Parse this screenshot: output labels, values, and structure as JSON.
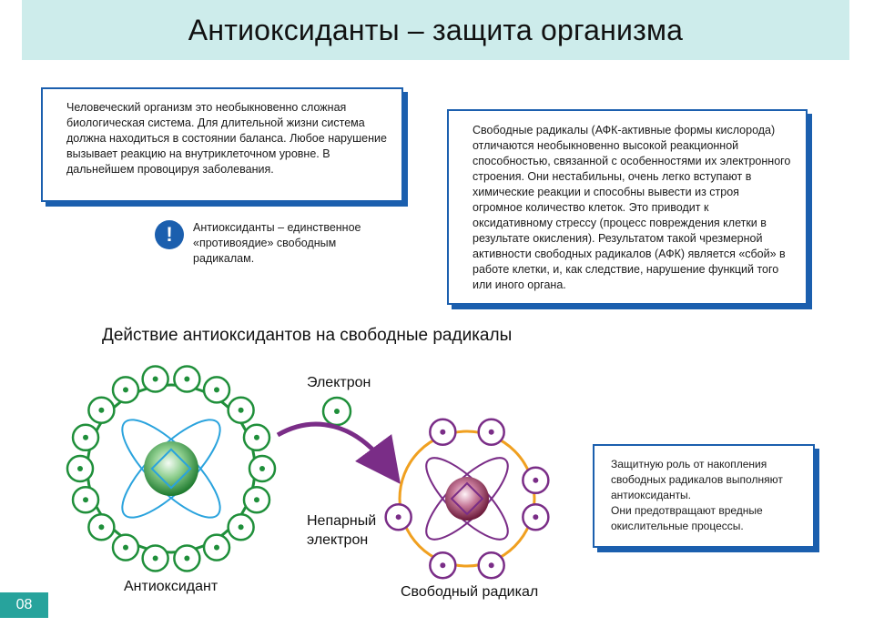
{
  "header": {
    "title": "Антиоксиданты – защита организма"
  },
  "intro_box": {
    "text": "Человеческий организм это необыкновенно сложная биологическая система. Для длительной жизни система должна находиться в состоянии баланса. Любое нарушение вызывает реакцию на внутриклеточном уровне. В дальнейшем провоцируя заболевания."
  },
  "note": {
    "icon": "exclamation-icon",
    "text": "Антиоксиданты – единственное «противоядие» свободным радикалам."
  },
  "radicals_box": {
    "text": "Свободные радикалы (АФК-активные формы кислорода) отличаются необыкновенно высокой реакционной способностью, связанной с особенностями их электронного строения. Они нестабильны, очень легко вступают в химические реакции и способны вывести из строя огромное количество клеток. Это приводит к оксидативному стрессу (процесс повреждения клетки в результате окисления). Результатом такой чрезмерной активности свободных радикалов (АФК) является «сбой» в работе клетки, и, как следствие, нарушение функций того или иного органа."
  },
  "diagram": {
    "title": "Действие антиоксидантов на свободные радикалы",
    "electron_label": "Электрон",
    "unpaired_label_line1": "Непарный",
    "unpaired_label_line2": "электрон",
    "antioxidant_label": "Антиоксидант",
    "radical_label": "Свободный радикал",
    "colors": {
      "antioxidant_ring": "#1f8f3a",
      "antioxidant_orbit": "#2aa3dd",
      "radical_ring": "#f0a020",
      "radical_electron": "#7a2d87",
      "arrow": "#7a2d87"
    }
  },
  "conclusion_box": {
    "line1": "Защитную роль от накопления свободных радикалов выполняют антиоксиданты.",
    "line2": "Они предотвращают вредные окислительные процессы."
  },
  "page": {
    "number": "08"
  }
}
